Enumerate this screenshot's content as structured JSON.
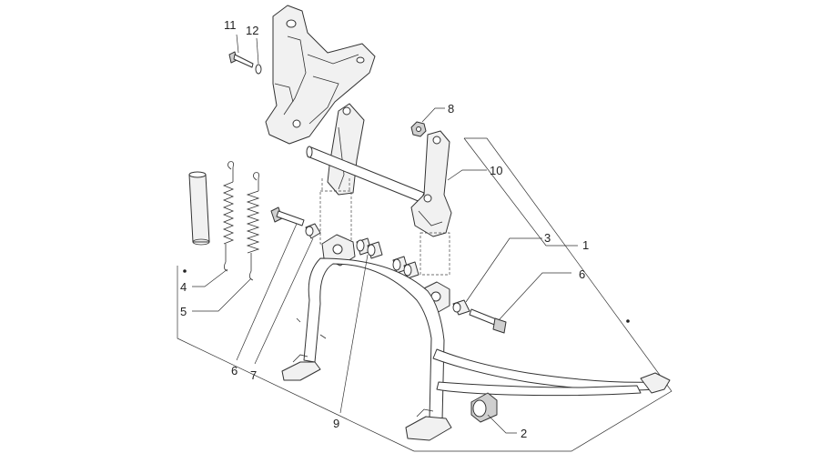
{
  "callouts": {
    "n1": "1",
    "n2": "2",
    "n3": "3",
    "n4": "4",
    "n5": "5",
    "n6a": "6",
    "n6b": "6",
    "n7": "7",
    "n8": "8",
    "n9": "9",
    "n10": "10",
    "n11": "11",
    "n12": "12"
  },
  "colors": {
    "line": "#333333",
    "background": "#ffffff"
  }
}
